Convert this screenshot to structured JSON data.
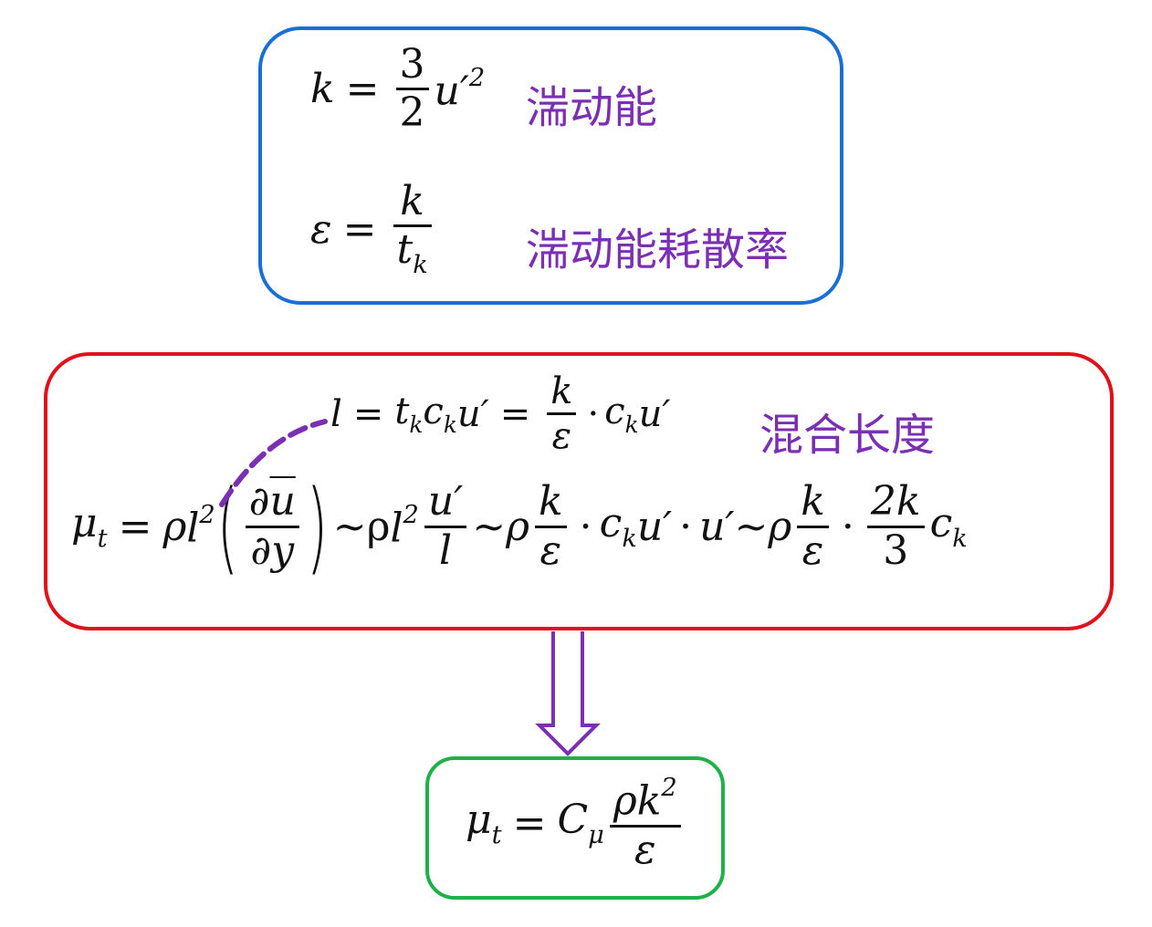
{
  "eq1": {
    "lhs": "k",
    "eq": "=",
    "num": "3",
    "den": "2",
    "var": "u′",
    "sup": "2",
    "label": "湍动能"
  },
  "eq2": {
    "lhs": "ε",
    "eq": "=",
    "num": "k",
    "den_var": "t",
    "den_sub": "k",
    "label": "湍动能耗散率"
  },
  "eq3": {
    "lhs": "l",
    "eq1": "=",
    "t": "t",
    "t_sub": "k",
    "c": "c",
    "c_sub": "k",
    "u": "u′",
    "eq2": "=",
    "num": "k",
    "den": "ε",
    "dot": "·",
    "c2": "c",
    "c2_sub": "k",
    "u2": "u′",
    "label": "混合长度"
  },
  "eq4": {
    "mu": "μ",
    "mu_sub": "t",
    "eq": "=",
    "rho": "ρ",
    "l": "l",
    "l_sup": "2",
    "lparen": "(",
    "rparen": ")",
    "d_num": "∂",
    "ubar": "u",
    "d_den": "∂y",
    "tilde1": "~",
    "rho2": "ρ",
    "l2": "l",
    "l2_sup": "2",
    "f1_num": "u′",
    "f1_den": "l",
    "tilde2": "~",
    "rho3": "ρ",
    "f2_num": "k",
    "f2_den": "ε",
    "dot1": "·",
    "c": "c",
    "c_sub": "k",
    "u1": "u′",
    "dot2": "·",
    "u2": "u′",
    "tilde3": "~",
    "rho4": "ρ",
    "f3_num": "k",
    "f3_den": "ε",
    "dot3": "·",
    "f4_num": "2k",
    "f4_den": "3",
    "c2": "c",
    "c2_sub": "k"
  },
  "eq5": {
    "mu": "μ",
    "mu_sub": "t",
    "eq": "=",
    "C": "C",
    "C_sub": "μ",
    "num": "ρk",
    "num_sup": "2",
    "den": "ε"
  },
  "colors": {
    "blue_box": "#1a6fd4",
    "red_box": "#e0111b",
    "green_box": "#1fb148",
    "label": "#7b2fb3",
    "arrow": "#7b2fb3"
  }
}
